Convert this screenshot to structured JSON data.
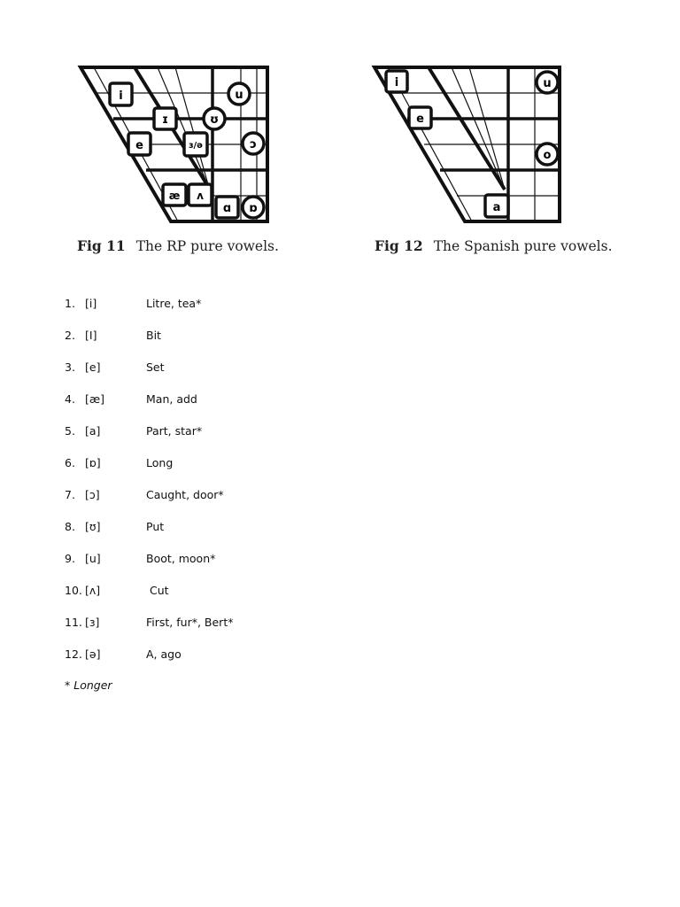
{
  "figures": [
    {
      "id": "fig11",
      "number": "Fig 11",
      "title": "The RP pure vowels.",
      "boxed_vowels": [
        "i",
        "ɪ",
        "e",
        "ɜ/ə",
        "æ",
        "ʌ",
        "ɑ"
      ],
      "circled_vowels": [
        "u",
        "ʊ",
        "ɔ",
        "ɒ"
      ]
    },
    {
      "id": "fig12",
      "number": "Fig 12",
      "title": "The Spanish pure vowels.",
      "boxed_vowels": [
        "i",
        "e",
        "a"
      ],
      "circled_vowels": [
        "u",
        "o"
      ]
    }
  ],
  "vowels": [
    {
      "num": "1.",
      "symbol": "[i]",
      "examples": "Litre, tea*"
    },
    {
      "num": "2.",
      "symbol": "[I]",
      "examples": "Bit"
    },
    {
      "num": "3.",
      "symbol": "[e]",
      "examples": "Set"
    },
    {
      "num": "4.",
      "symbol": "[æ]",
      "examples": "Man, add"
    },
    {
      "num": "5.",
      "symbol": "[a]",
      "examples": "Part, star*"
    },
    {
      "num": "6.",
      "symbol": "[ɒ]",
      "examples": "Long"
    },
    {
      "num": "7.",
      "symbol": "[ɔ]",
      "examples": "Caught, door*"
    },
    {
      "num": "8.",
      "symbol": "[ʊ]",
      "examples": "Put"
    },
    {
      "num": "9.",
      "symbol": "[u]",
      "examples": "Boot, moon*"
    },
    {
      "num": "10.",
      "symbol": "[ʌ]",
      "examples": " Cut"
    },
    {
      "num": "11.",
      "symbol": "[ɜ]",
      "examples": "First, fur*, Bert*"
    },
    {
      "num": "12.",
      "symbol": "[ə]",
      "examples": "A, ago"
    }
  ],
  "footnote": "* Longer"
}
